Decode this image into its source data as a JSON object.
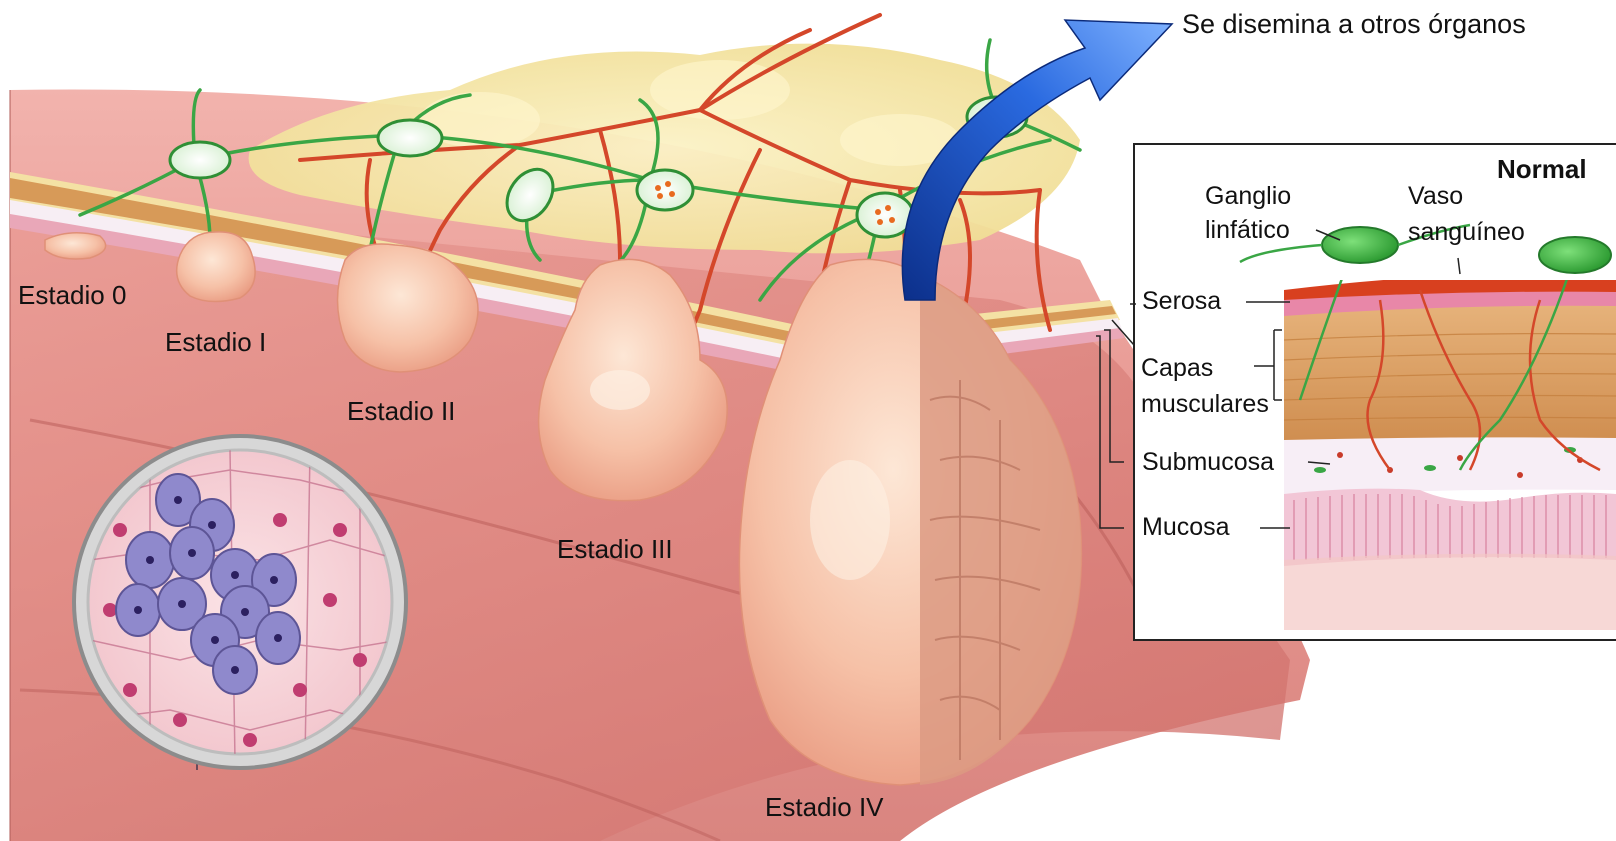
{
  "labels": {
    "spread": "Se disemina a otros órganos",
    "stage_0": "Estadio 0",
    "stage_1": "Estadio I",
    "stage_2": "Estadio II",
    "stage_3": "Estadio III",
    "stage_4": "Estadio IV"
  },
  "inset": {
    "title": "Normal",
    "lymph_node_line1": "Ganglio",
    "lymph_node_line2": "linfático",
    "vessel_line1": "Vaso",
    "vessel_line2": "sanguíneo",
    "serosa": "Serosa",
    "muscle_line1": "Capas",
    "muscle_line2": "musculares",
    "submucosa": "Submucosa",
    "mucosa": "Mucosa"
  },
  "colors": {
    "tissue": "#e8a09a",
    "tissue_dark": "#c96e6a",
    "tumor": "#f6c4ac",
    "fat": "#f3e6a4",
    "lymph": "#3fb44a",
    "vessel": "#d24a2a",
    "arrow": "#1f5fd6",
    "cancer_cell": "#8d86c8"
  }
}
